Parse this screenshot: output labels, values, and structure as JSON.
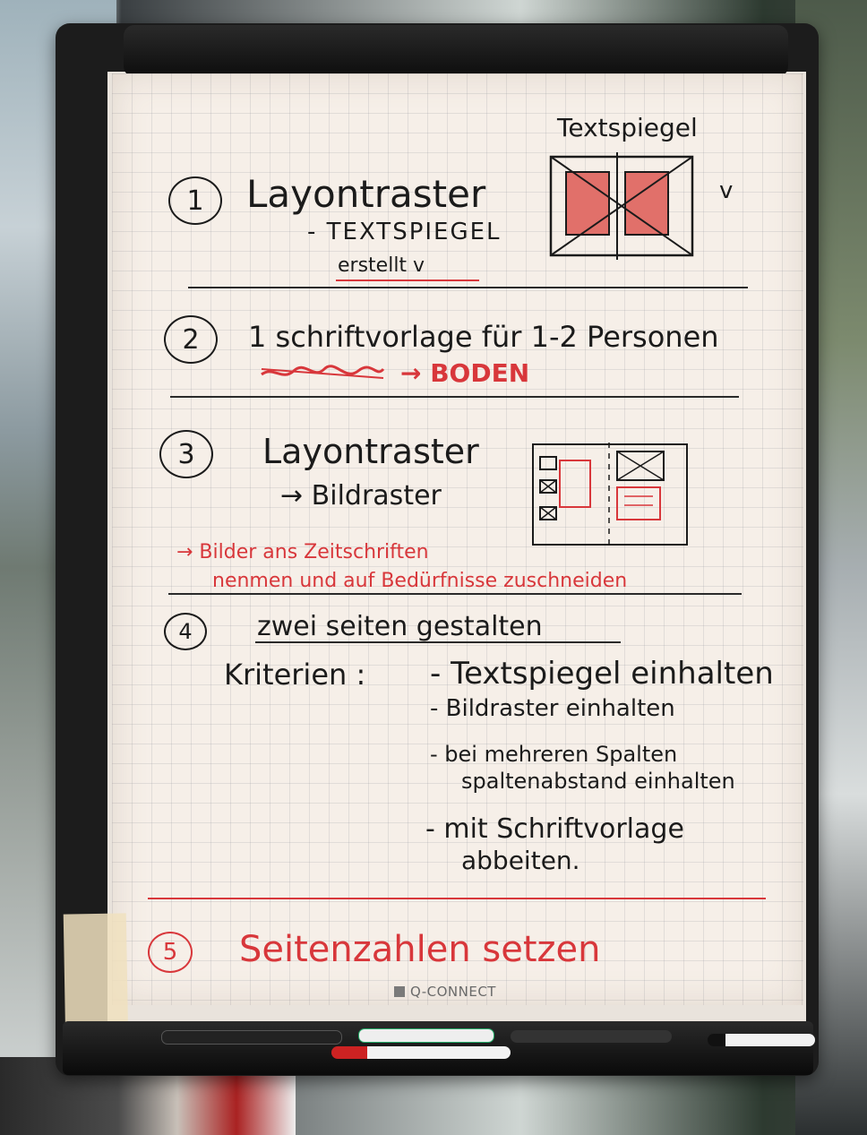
{
  "flipchart": {
    "items": [
      {
        "num": "1",
        "title": "Layontraster",
        "sub1": "- TEXTSPIEGEL",
        "sub2": "erstellt v"
      },
      {
        "num": "2",
        "title": "1 schriftvorlage für 1-2 Personen",
        "arrow_text": "→ BODEN"
      },
      {
        "num": "3",
        "title": "Layontraster",
        "sub1": "→ Bildraster",
        "note1": "→ Bilder ans Zeitschriften",
        "note2": "nenmen und auf Bedürfnisse zuschneiden"
      },
      {
        "num": "4",
        "title": "zwei seiten gestalten",
        "criteria_label": "Kriterien :",
        "criteria": [
          "- Textspiegel einhalten",
          "- Bildraster einhalten",
          "- bei mehreren Spalten",
          "spaltenabstand einhalten",
          "- mit Schriftvorlage",
          "abbeiten."
        ]
      },
      {
        "num": "5",
        "title": "Seitenzahlen setzen"
      }
    ],
    "sketch_label": "Textspiegel",
    "check_mark": "v",
    "brand": "Q-CONNECT"
  },
  "colors": {
    "black_ink": "#1b1b1b",
    "red_ink": "#d8373b",
    "paper": "#f6efe8"
  }
}
